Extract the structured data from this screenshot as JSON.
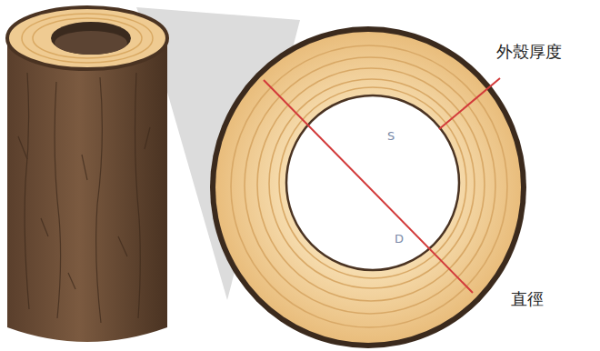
{
  "diagram": {
    "labels": [
      "外殼厚度",
      "S",
      "D",
      "直徑"
    ]
  }
}
